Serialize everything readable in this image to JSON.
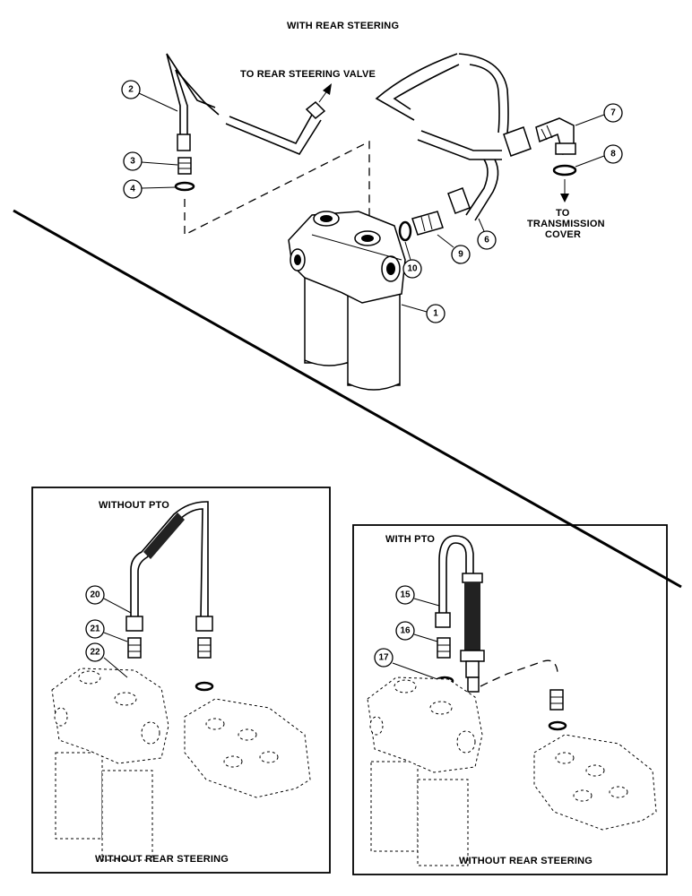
{
  "labels": {
    "with_rear_steering": "WITH REAR STEERING",
    "to_rear_steering_valve": "TO REAR STEERING VALVE",
    "to": "TO",
    "transmission": "TRANSMISSION",
    "cover": "COVER",
    "without_pto": "WITHOUT PTO",
    "with_pto": "WITH PTO",
    "without_rear_steering_left": "WITHOUT REAR STEERING",
    "without_rear_steering_right": "WITHOUT REAR STEERING"
  },
  "callouts": {
    "c1": "1",
    "c2": "2",
    "c3": "3",
    "c4": "4",
    "c6": "6",
    "c7": "7",
    "c8": "8",
    "c9": "9",
    "c10": "10",
    "c15": "15",
    "c16": "16",
    "c17": "17",
    "c20": "20",
    "c21": "21",
    "c22": "22"
  }
}
